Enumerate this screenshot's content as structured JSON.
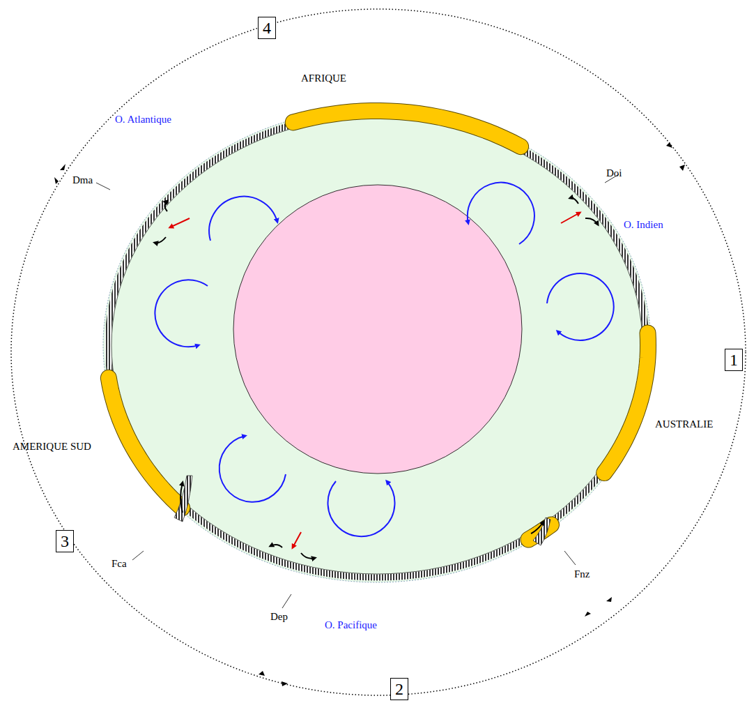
{
  "diagram": {
    "labels": [
      "4",
      "AFRIQUE",
      "O. Atlantique",
      "Doi",
      "O. Indien",
      "Dma",
      "1",
      "AUSTRALIE",
      "AMERIQUE SUD",
      "3",
      "Fca",
      "Dep",
      "O. Pacifique",
      "Fnz",
      "2"
    ]
  }
}
